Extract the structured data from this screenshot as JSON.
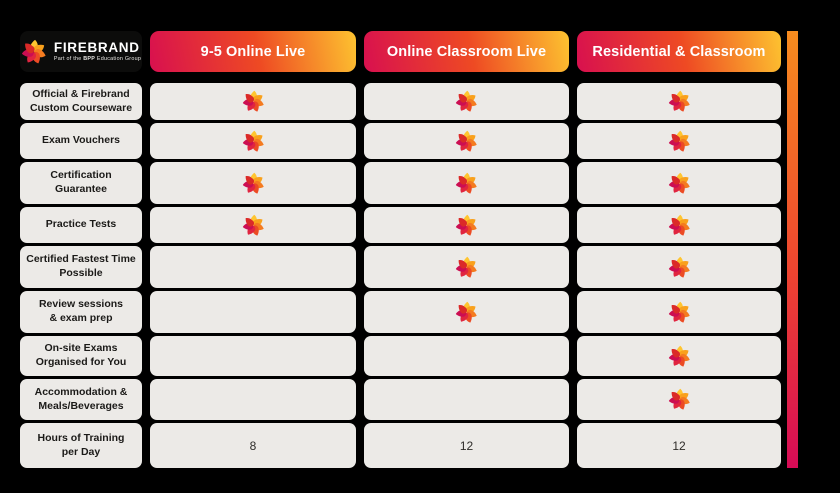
{
  "logo": {
    "brand": "FIREBRAND",
    "tagline_prefix": "Part of the",
    "tagline_bold": "BPP",
    "tagline_suffix": "Education Group"
  },
  "header": {
    "columns": [
      {
        "label": "9-5 Online Live"
      },
      {
        "label": "Online Classroom Live"
      },
      {
        "label": "Residential & Classroom"
      }
    ]
  },
  "table": {
    "rows": [
      {
        "label": "Official & Firebrand\nCustom Courseware",
        "cells": [
          "flame",
          "flame",
          "flame"
        ]
      },
      {
        "label": "Exam Vouchers",
        "cells": [
          "flame",
          "flame",
          "flame"
        ]
      },
      {
        "label": "Certification Guarantee",
        "cells": [
          "flame",
          "flame",
          "flame"
        ]
      },
      {
        "label": "Practice Tests",
        "cells": [
          "flame",
          "flame",
          "flame"
        ]
      },
      {
        "label": "Certified Fastest Time\nPossible",
        "cells": [
          "",
          "flame",
          "flame"
        ]
      },
      {
        "label": "Review sessions\n& exam prep",
        "cells": [
          "",
          "flame",
          "flame"
        ]
      },
      {
        "label": "On-site Exams\nOrganised for You",
        "cells": [
          "",
          "",
          "flame"
        ]
      },
      {
        "label": "Accommodation &\nMeals/Beverages",
        "cells": [
          "",
          "",
          "flame"
        ]
      },
      {
        "label": "Hours of Training\nper Day",
        "cells": [
          "8",
          "12",
          "12"
        ]
      }
    ]
  },
  "icons": {
    "cell_icon": "firebrand-flame-icon",
    "flame_petal_colors": [
      "#ffc530",
      "#f9a11c",
      "#f47b20",
      "#ec4b24",
      "#e02540",
      "#cc0e52",
      "#db2a28"
    ]
  },
  "colors": {
    "background": "#000000",
    "cell_background": "#eceae7",
    "logo_card_background": "#0c0c0b",
    "label_text": "#1b1a18",
    "header_text": "#ffffff",
    "header_gradient": [
      "#d8104f",
      "#ee4a23",
      "#fdc330"
    ],
    "side_bar_gradient": [
      "#f78c1e",
      "#ee4430",
      "#d60b56"
    ]
  },
  "chart_data": {
    "type": "table",
    "title": "Firebrand course delivery comparison",
    "columns": [
      "9-5 Online Live",
      "Online Classroom Live",
      "Residential & Classroom"
    ],
    "rows": [
      {
        "feature": "Official & Firebrand Custom Courseware",
        "values": [
          true,
          true,
          true
        ]
      },
      {
        "feature": "Exam Vouchers",
        "values": [
          true,
          true,
          true
        ]
      },
      {
        "feature": "Certification Guarantee",
        "values": [
          true,
          true,
          true
        ]
      },
      {
        "feature": "Practice Tests",
        "values": [
          true,
          true,
          true
        ]
      },
      {
        "feature": "Certified Fastest Time Possible",
        "values": [
          false,
          true,
          true
        ]
      },
      {
        "feature": "Review sessions & exam prep",
        "values": [
          false,
          true,
          true
        ]
      },
      {
        "feature": "On-site Exams Organised for You",
        "values": [
          false,
          false,
          true
        ]
      },
      {
        "feature": "Accommodation & Meals/Beverages",
        "values": [
          false,
          false,
          true
        ]
      },
      {
        "feature": "Hours of Training per Day",
        "values": [
          "8",
          "12",
          "12"
        ]
      }
    ],
    "legend_position": "none",
    "grid": false
  }
}
